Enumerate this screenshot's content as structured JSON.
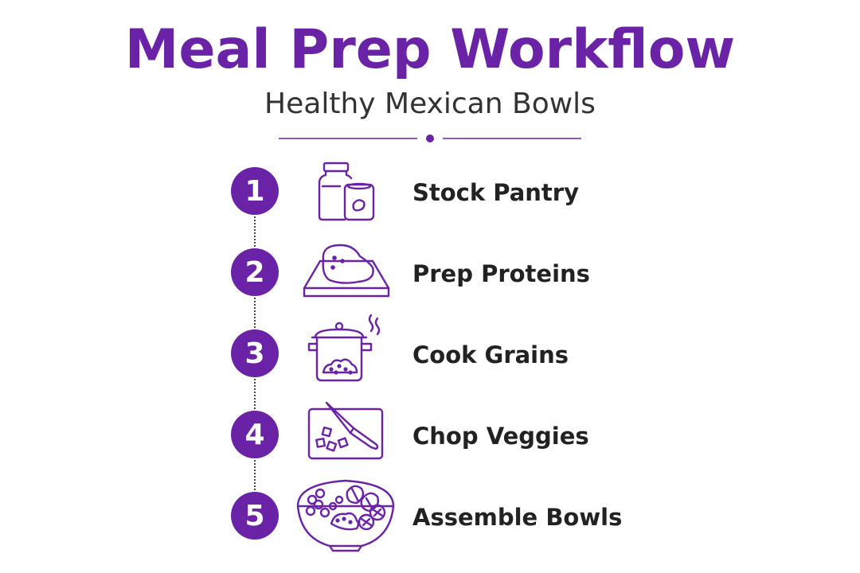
{
  "title": "Meal Prep Workflow",
  "subtitle": "Healthy Mexican Bowls",
  "accent_color": "#6a23a6",
  "steps": [
    {
      "number": "1",
      "label": "Stock Pantry",
      "icon": "pantry-jars-icon"
    },
    {
      "number": "2",
      "label": "Prep Proteins",
      "icon": "chicken-cutting-board-icon"
    },
    {
      "number": "3",
      "label": "Cook Grains",
      "icon": "cooking-pot-icon"
    },
    {
      "number": "4",
      "label": "Chop Veggies",
      "icon": "knife-cutting-board-icon"
    },
    {
      "number": "5",
      "label": "Assemble Bowls",
      "icon": "salad-bowl-icon"
    }
  ]
}
